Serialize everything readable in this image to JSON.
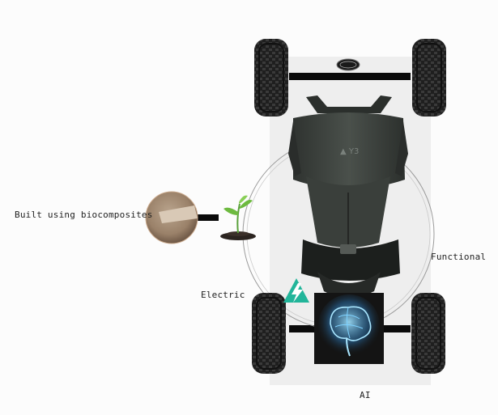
{
  "labels": {
    "biocomposites": "Built using biocomposites",
    "functional": "Functional",
    "electric": "Electric",
    "ai": "AI"
  },
  "icons": {
    "brand": "land-rover-badge-icon",
    "power": "lightning-bolt-icon",
    "brain": "brain-icon",
    "sprout": "sprout-icon",
    "material": "biocomposite-sample-icon"
  },
  "colors": {
    "background": "#fcfcfc",
    "chassis": "#eeeeee",
    "bag": "#3f4440",
    "tyre": "#1f1f1f",
    "axle": "#0a0a0a",
    "bolt": "#22b59a",
    "brain": "#7fd2ff",
    "ai_panel": "#141414",
    "text": "#222222"
  }
}
